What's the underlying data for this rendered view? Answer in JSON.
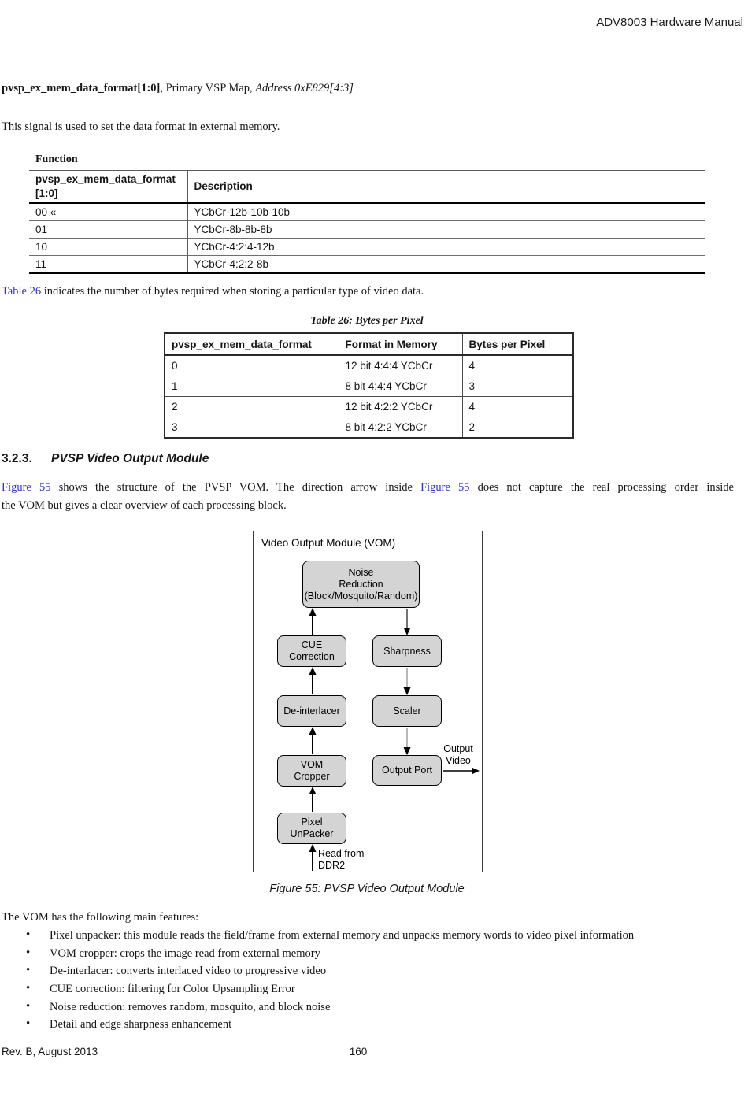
{
  "header": {
    "title": "ADV8003 Hardware Manual"
  },
  "signal": {
    "name": "pvsp_ex_mem_data_format[1:0]",
    "map": ", Primary VSP Map, ",
    "address": "Address 0xE829[4:3]",
    "description": "This signal is used to set the data format in external memory."
  },
  "function_table": {
    "label": "Function",
    "columns": [
      "pvsp_ex_mem_data_format[1:0]",
      "Description"
    ],
    "rows": [
      [
        "00 «",
        "YCbCr-12b-10b-10b"
      ],
      [
        "01",
        "YCbCr-8b-8b-8b"
      ],
      [
        "10",
        "YCbCr-4:2:4-12b"
      ],
      [
        "11",
        "YCbCr-4:2:2-8b"
      ]
    ]
  },
  "bytes_paragraph": {
    "link": "Table 26",
    "rest": " indicates the number of bytes required when storing a particular type of video data."
  },
  "table26": {
    "caption": "Table 26: Bytes per Pixel",
    "columns": [
      "pvsp_ex_mem_data_format",
      "Format in Memory",
      "Bytes per Pixel"
    ],
    "rows": [
      [
        "0",
        "12 bit 4:4:4 YCbCr",
        "4"
      ],
      [
        "1",
        "8 bit 4:4:4 YCbCr",
        "3"
      ],
      [
        "2",
        "12 bit 4:2:2 YCbCr",
        "4"
      ],
      [
        "3",
        "8 bit 4:2:2 YCbCr",
        "2"
      ]
    ]
  },
  "section": {
    "number": "3.2.3.",
    "title": "PVSP Video Output Module",
    "para": {
      "link1": "Figure 55",
      "mid1": " shows the structure of the PVSP VOM. The direction arrow inside ",
      "link2": "Figure 55",
      "mid2": " does not capture the real processing order inside",
      "line2": "the VOM but gives a clear overview of each processing block."
    }
  },
  "figure": {
    "title": "Video Output Module (VOM)",
    "caption": "Figure 55: PVSP Video Output Module",
    "blocks": [
      {
        "label": "Noise\nReduction\n(Block/Mosquito/Random)"
      },
      {
        "label": "CUE\nCorrection"
      },
      {
        "label": "Sharpness"
      },
      {
        "label": "De-interlacer"
      },
      {
        "label": "Scaler"
      },
      {
        "label": "VOM\nCropper"
      },
      {
        "label": "Output Port"
      },
      {
        "label": "Pixel\nUnPacker"
      }
    ],
    "labels": {
      "output_line1": "Output",
      "output_line2": "Video",
      "read_line1": "Read from",
      "read_line2": "DDR2"
    },
    "colors": {
      "block_fill": "#d4d4d4",
      "block_border": "#000000"
    }
  },
  "features": {
    "intro": "The VOM has the following main features:",
    "bullets": [
      "Pixel unpacker: this module reads the field/frame from external memory and unpacks memory words to video pixel information",
      "VOM cropper: crops the image read from external memory",
      "De-interlacer: converts interlaced video to progressive video",
      "CUE correction: filtering for Color Upsampling Error",
      "Noise reduction: removes random, mosquito, and block noise",
      "Detail and edge sharpness enhancement"
    ]
  },
  "footer": {
    "left": "Rev. B, August 2013",
    "page": "160"
  },
  "colors": {
    "link": "#3333cc"
  }
}
